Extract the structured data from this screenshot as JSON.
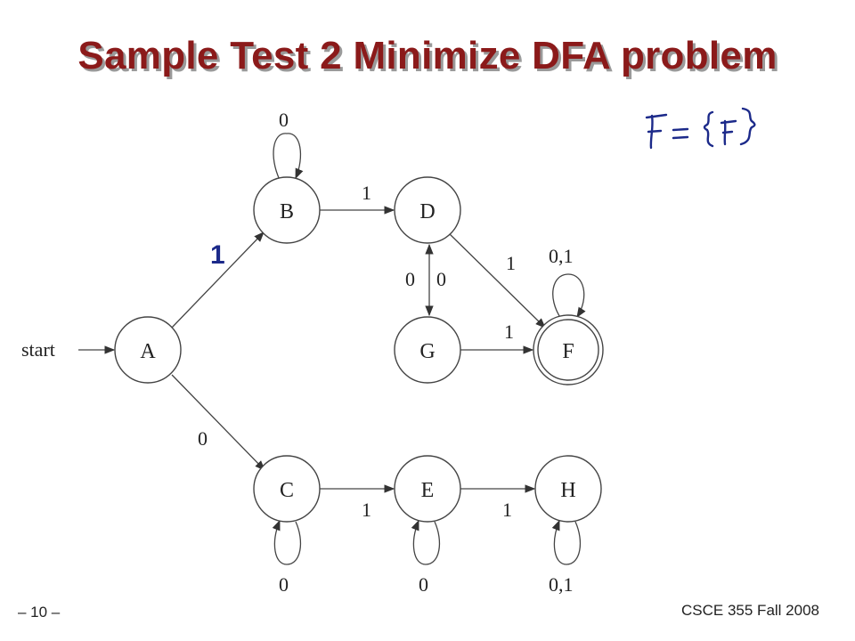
{
  "slide": {
    "title": "Sample Test 2 Minimize DFA problem",
    "page_number": "– 10 –",
    "course": "CSCE 355 Fall 2008",
    "annotation_one": "1"
  },
  "dfa": {
    "start_label": "start",
    "states": [
      {
        "id": "A",
        "label": "A",
        "accepting": false
      },
      {
        "id": "B",
        "label": "B",
        "accepting": false
      },
      {
        "id": "C",
        "label": "C",
        "accepting": false
      },
      {
        "id": "D",
        "label": "D",
        "accepting": false
      },
      {
        "id": "E",
        "label": "E",
        "accepting": false
      },
      {
        "id": "F",
        "label": "F",
        "accepting": true
      },
      {
        "id": "G",
        "label": "G",
        "accepting": false
      },
      {
        "id": "H",
        "label": "H",
        "accepting": false
      }
    ],
    "transitions": [
      {
        "from": "B",
        "to": "B",
        "label": "0"
      },
      {
        "from": "B",
        "to": "D",
        "label": "1"
      },
      {
        "from": "D",
        "to": "F",
        "label": "1"
      },
      {
        "from": "D",
        "to": "G",
        "label": "0"
      },
      {
        "from": "G",
        "to": "D",
        "label": "0"
      },
      {
        "from": "G",
        "to": "F",
        "label": "1"
      },
      {
        "from": "F",
        "to": "F",
        "label": "0,1"
      },
      {
        "from": "A",
        "to": "C",
        "label": "0"
      },
      {
        "from": "C",
        "to": "E",
        "label": "1"
      },
      {
        "from": "E",
        "to": "H",
        "label": "1"
      },
      {
        "from": "C",
        "to": "C",
        "label": "0"
      },
      {
        "from": "E",
        "to": "E",
        "label": "0"
      },
      {
        "from": "H",
        "to": "H",
        "label": "0,1"
      }
    ]
  }
}
